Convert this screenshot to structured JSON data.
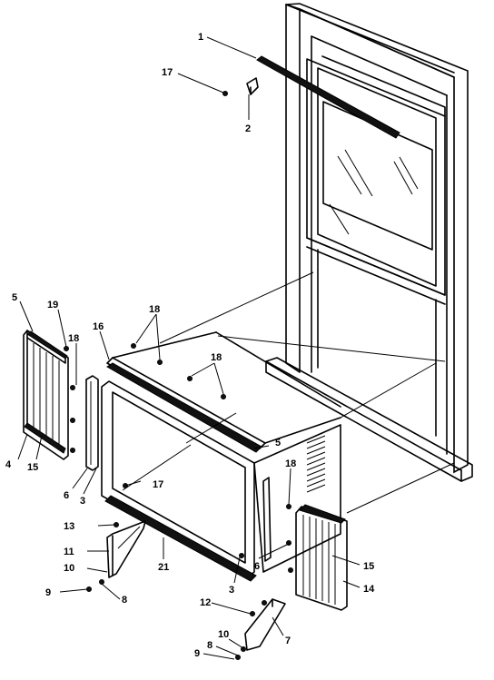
{
  "labels": {
    "p1": "1",
    "p2": "2",
    "p17a": "17",
    "p5a": "5",
    "p19": "19",
    "p16": "16",
    "p18a": "18",
    "p18b": "18",
    "p18c": "18",
    "p4": "4",
    "p15a": "15",
    "p6a": "6",
    "p3a": "3",
    "p17b": "17",
    "p5b": "5",
    "p18d": "18",
    "p13": "13",
    "p11": "11",
    "p10a": "10",
    "p9a": "9",
    "p8a": "8",
    "p21": "21",
    "p3b": "3",
    "p6b": "6",
    "p15b": "15",
    "p14": "14",
    "p12": "12",
    "p7": "7",
    "p10b": "10",
    "p8b": "8",
    "p9b": "9"
  }
}
